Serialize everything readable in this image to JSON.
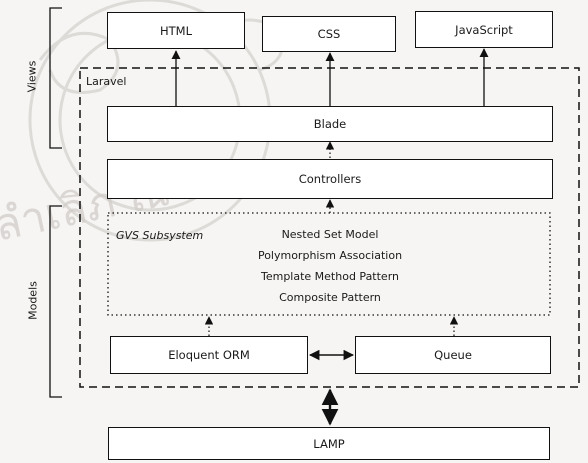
{
  "side_labels": {
    "views": "Views",
    "models": "Models"
  },
  "boxes": {
    "html": "HTML",
    "css": "CSS",
    "javascript": "JavaScript",
    "blade": "Blade",
    "controllers": "Controllers",
    "eloquent_orm": "Eloquent ORM",
    "queue": "Queue",
    "lamp": "LAMP"
  },
  "laravel_label": "Laravel",
  "gvs": {
    "title": "GVS Subsystem",
    "lines": [
      "Nested Set Model",
      "Polymorphism Association",
      "Template Method Pattern",
      "Composite Pattern"
    ]
  },
  "watermark_text": "ลำเลิภ ณ นคร"
}
